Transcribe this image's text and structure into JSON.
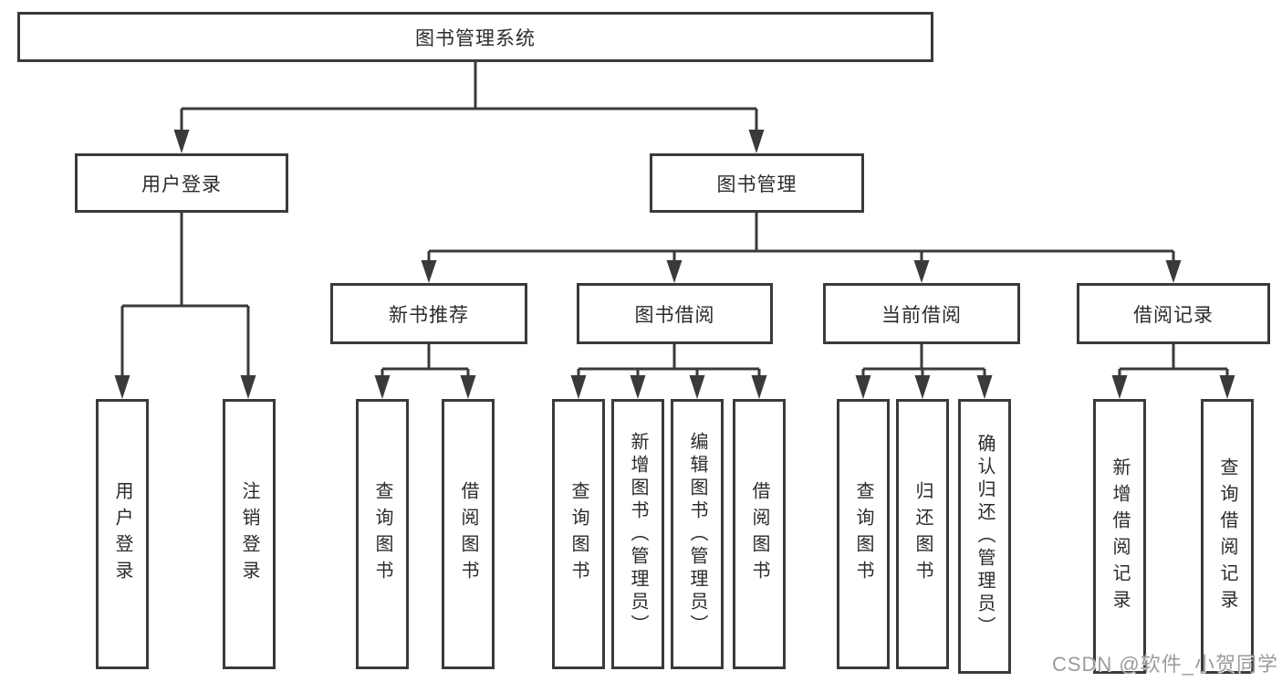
{
  "diagram": {
    "title": "图书管理系统",
    "root": {
      "label": "图书管理系统"
    },
    "branches": [
      {
        "label": "用户登录",
        "children": [
          {
            "label": "用户登录"
          },
          {
            "label": "注销登录"
          }
        ]
      },
      {
        "label": "图书管理",
        "children": [
          {
            "label": "新书推荐",
            "children": [
              {
                "label": "查询图书"
              },
              {
                "label": "借阅图书"
              }
            ]
          },
          {
            "label": "图书借阅",
            "children": [
              {
                "label": "查询图书"
              },
              {
                "label": "新增图书（管理员）"
              },
              {
                "label": "编辑图书（管理员）"
              },
              {
                "label": "借阅图书"
              }
            ]
          },
          {
            "label": "当前借阅",
            "children": [
              {
                "label": "查询图书"
              },
              {
                "label": "归还图书"
              },
              {
                "label": "确认归还（管理员）"
              }
            ]
          },
          {
            "label": "借阅记录",
            "children": [
              {
                "label": "新增借阅记录"
              },
              {
                "label": "查询借阅记录"
              }
            ]
          }
        ]
      }
    ]
  },
  "style": {
    "line_color": "#3a3a3a",
    "box_border_color": "#3a3a3a",
    "text_color": "#2b2b2b",
    "background_color": "#ffffff",
    "watermark_color": "#9b9b9b"
  },
  "watermark": {
    "text": "CSDN @软件_小贺同学"
  }
}
